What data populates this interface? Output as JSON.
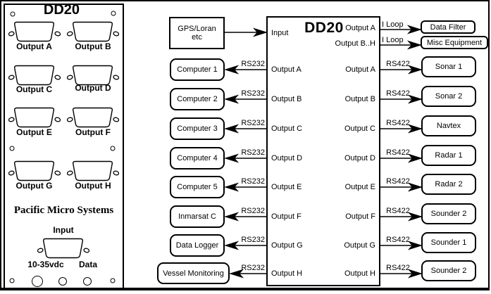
{
  "panel": {
    "title": "DD20",
    "connectors": [
      "Output A",
      "Output B",
      "Output C",
      "Output D",
      "Output E",
      "Output F",
      "Output G",
      "Output H"
    ],
    "brand": "Pacific Micro Systems",
    "input_label": "Input",
    "power_label": "10-35vdc",
    "data_label": "Data"
  },
  "diagram": {
    "source_box": {
      "line1": "GPS/Loran",
      "line2": "etc"
    },
    "block": {
      "title": "DD20",
      "input_label": "Input",
      "iloop_ports": [
        "Output A",
        "Output B..H"
      ]
    },
    "iloop_rows": [
      {
        "bus": "I Loop",
        "device": "Data Filter"
      },
      {
        "bus": "I Loop",
        "device": "Misc Equipment"
      }
    ],
    "rows": [
      {
        "left_device": "Computer 1",
        "left_bus": "RS232",
        "left_port": "Output A",
        "right_port": "Output A",
        "right_bus": "RS422",
        "right_device": "Sonar 1"
      },
      {
        "left_device": "Computer 2",
        "left_bus": "RS232",
        "left_port": "Output B",
        "right_port": "Output B",
        "right_bus": "RS422",
        "right_device": "Sonar 2"
      },
      {
        "left_device": "Computer 3",
        "left_bus": "RS232",
        "left_port": "Output C",
        "right_port": "Output C",
        "right_bus": "RS422",
        "right_device": "Navtex"
      },
      {
        "left_device": "Computer 4",
        "left_bus": "RS232",
        "left_port": "Output D",
        "right_port": "Output D",
        "right_bus": "RS422",
        "right_device": "Radar 1"
      },
      {
        "left_device": "Computer 5",
        "left_bus": "RS232",
        "left_port": "Output E",
        "right_port": "Output E",
        "right_bus": "RS422",
        "right_device": "Radar 2"
      },
      {
        "left_device": "Inmarsat C",
        "left_bus": "RS232",
        "left_port": "Output F",
        "right_port": "Output F",
        "right_bus": "RS422",
        "right_device": "Sounder 2"
      },
      {
        "left_device": "Data Logger",
        "left_bus": "RS232",
        "left_port": "Output G",
        "right_port": "Output G",
        "right_bus": "RS422",
        "right_device": "Sounder 1"
      },
      {
        "left_device": "Vessel Monitoring",
        "left_bus": "RS232",
        "left_port": "Output H",
        "right_port": "Output H",
        "right_bus": "RS422",
        "right_device": "Sounder 2"
      }
    ]
  },
  "colors": {
    "line": "#000000",
    "background": "#ffffff"
  }
}
